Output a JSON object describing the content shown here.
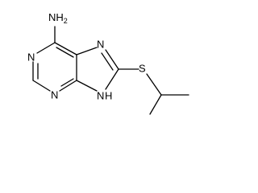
{
  "molecule": {
    "atoms": {
      "amine": "NH",
      "amine_sub": "2",
      "n1": "N",
      "n3": "N",
      "n7": "N",
      "n9": "N",
      "n9_h": "H",
      "sulfur": "S"
    }
  }
}
